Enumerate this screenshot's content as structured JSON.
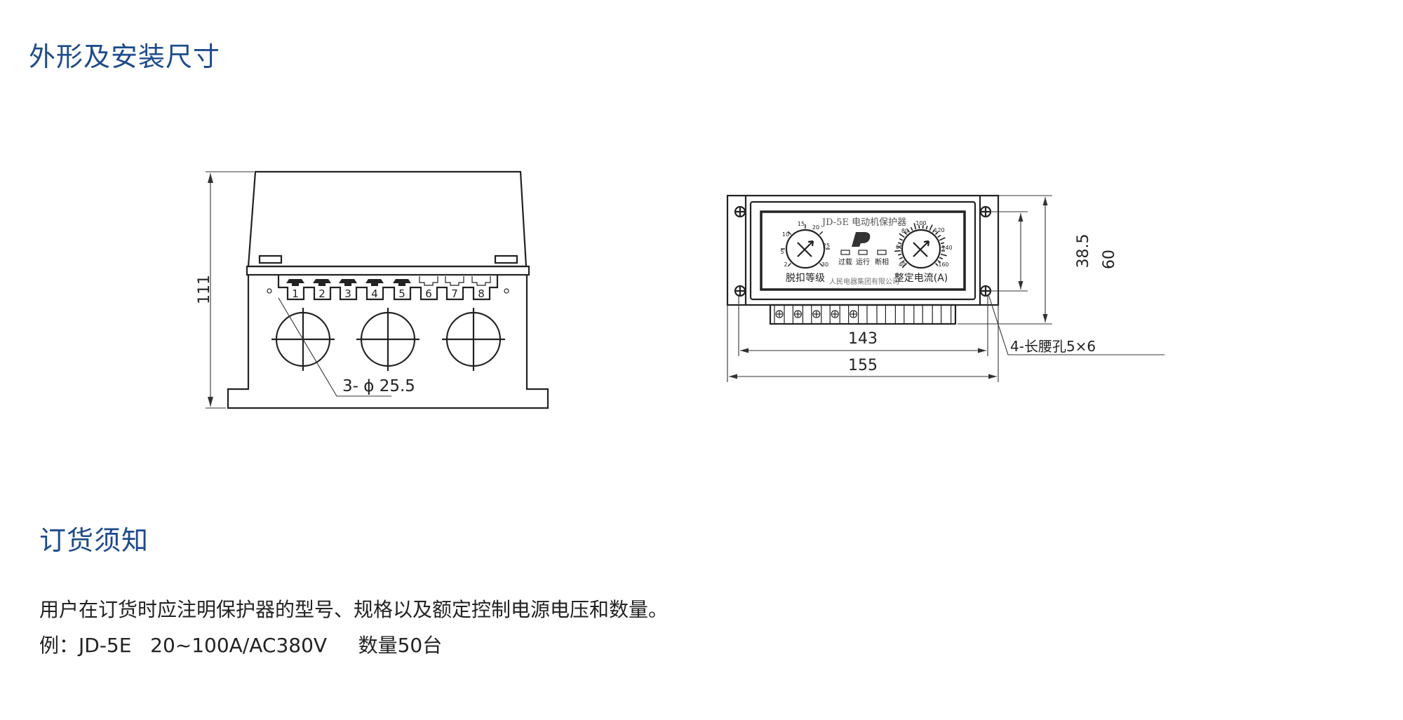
{
  "section_dimensions": {
    "title": "外形及安装尺寸"
  },
  "front_view": {
    "height_label": "111",
    "hole_label": "3- ϕ 25.5",
    "terminals": [
      "1",
      "2",
      "3",
      "4",
      "5",
      "6",
      "7",
      "8"
    ]
  },
  "panel_view": {
    "model_title": "JD-5E 电动机保护器",
    "trip_class_label": "脱扣等级",
    "trip_class_scale": [
      "2",
      "5",
      "10",
      "15",
      "20",
      "25",
      "30"
    ],
    "current_label": "整定电流(A)",
    "current_scale": [
      "40",
      "60",
      "80",
      "100",
      "120",
      "140",
      "160"
    ],
    "indicators": [
      "过载",
      "运行",
      "断相"
    ],
    "company": "人民电器集团有限公司",
    "dim_height": "60",
    "dim_hole_spacing_v": "38.5",
    "dim_hole_spacing_h": "143",
    "dim_width": "155",
    "hole_note": "4-长腰孔5×6"
  },
  "section_order": {
    "title": "订货须知",
    "line1": "用户在订货时应注明保护器的型号、规格以及额定控制电源电压和数量。",
    "line2": "例：JD-5E   20~100A/AC380V     数量50台"
  },
  "colors": {
    "heading": "#1d4b8b",
    "text": "#222222"
  }
}
